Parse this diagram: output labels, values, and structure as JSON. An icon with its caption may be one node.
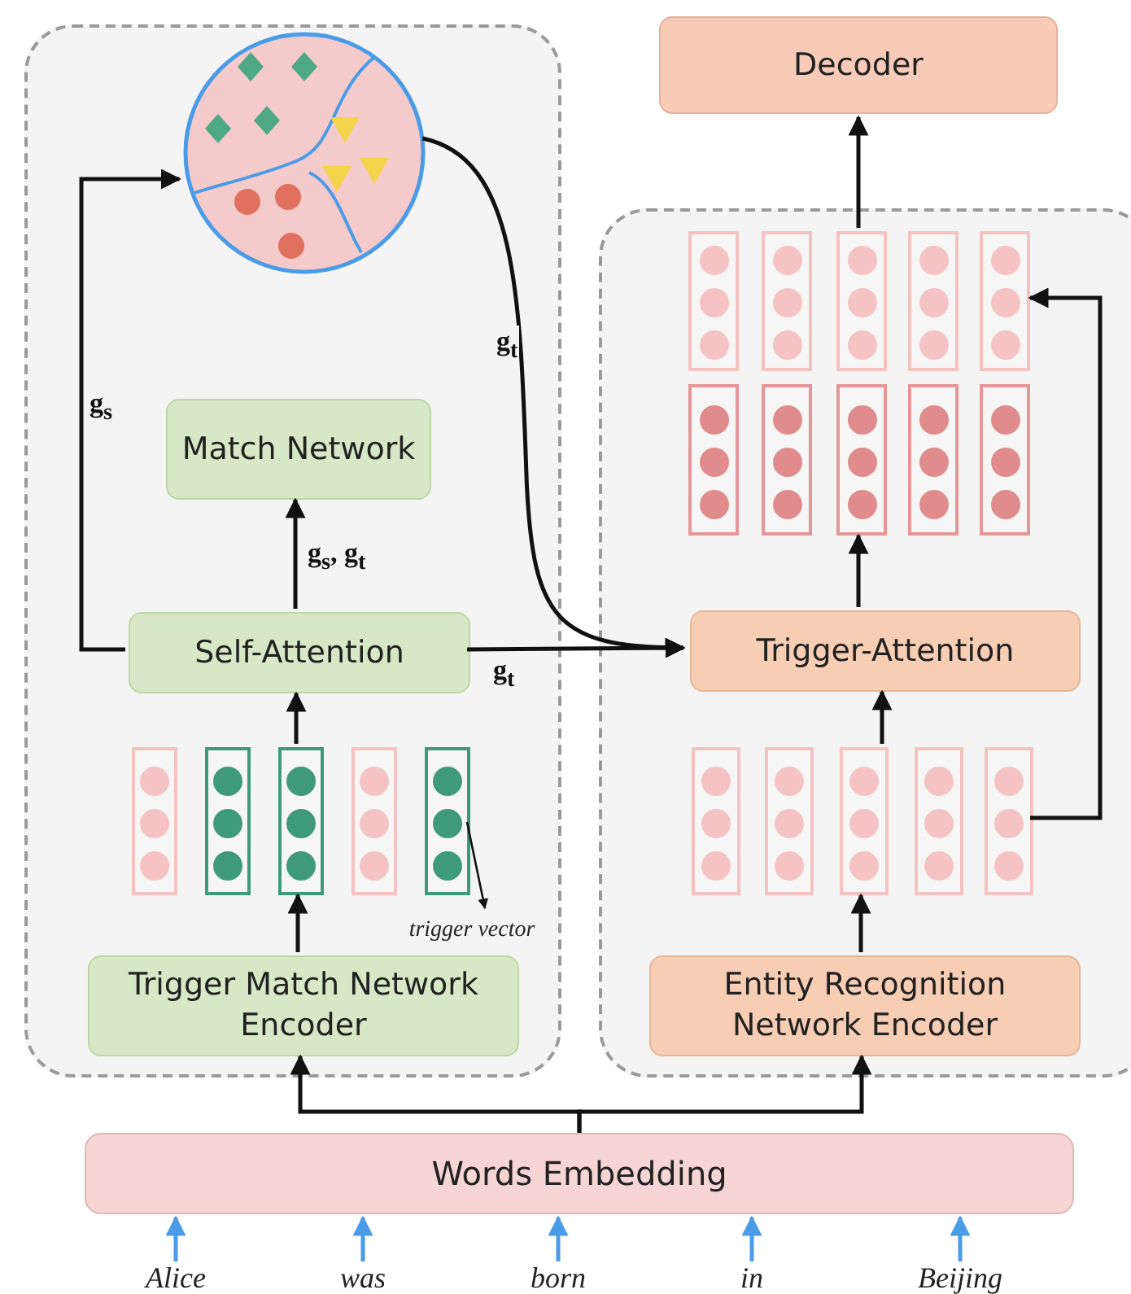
{
  "diagram": {
    "nodes": [
      {
        "text": [],
        "shape": "box"
      },
      {
        "text": [],
        "shape": "circle",
        "in": 0
      },
      {
        "text": [
          "Match Network"
        ],
        "in": 0
      },
      {
        "text": [
          "Self-Attention"
        ],
        "in": 0
      },
      {
        "text": [],
        "shape": "box",
        "in": 0
      },
      {
        "text": [],
        "shape": "box",
        "in": 0
      },
      {
        "text": [],
        "shape": "box",
        "in": 0
      },
      {
        "text": [],
        "shape": "box",
        "in": 0
      },
      {
        "text": [],
        "shape": "box",
        "in": 0
      },
      {
        "text": [
          "trigger vector"
        ],
        "in": 0
      },
      {
        "text": [
          "Trigger Match Network Encoder"
        ],
        "in": 0
      },
      {
        "text": [
          "Decoder"
        ]
      },
      {
        "text": [],
        "shape": "box"
      },
      {
        "text": [],
        "shape": "box",
        "in": 12
      },
      {
        "text": [],
        "shape": "box",
        "in": 12
      },
      {
        "text": [],
        "shape": "box",
        "in": 12
      },
      {
        "text": [],
        "shape": "box",
        "in": 12
      },
      {
        "text": [],
        "shape": "box",
        "in": 12
      },
      {
        "text": [],
        "shape": "box",
        "in": 12
      },
      {
        "text": [],
        "shape": "box",
        "in": 12
      },
      {
        "text": [],
        "shape": "box",
        "in": 12
      },
      {
        "text": [],
        "shape": "box",
        "in": 12
      },
      {
        "text": [],
        "shape": "box",
        "in": 12
      },
      {
        "text": [
          "Trigger-Attention"
        ],
        "in": 12
      },
      {
        "text": [],
        "shape": "box",
        "in": 12
      },
      {
        "text": [],
        "shape": "box",
        "in": 12
      },
      {
        "text": [],
        "shape": "box",
        "in": 12
      },
      {
        "text": [],
        "shape": "box",
        "in": 12
      },
      {
        "text": [],
        "shape": "box",
        "in": 12
      },
      {
        "text": [
          "Entity Recognition Network Encoder"
        ],
        "in": 12
      },
      {
        "text": [
          "Words Embedding"
        ]
      },
      {
        "text": [
          "Alice"
        ]
      },
      {
        "text": [
          "was"
        ]
      },
      {
        "text": [
          "born"
        ]
      },
      {
        "text": [
          "in"
        ]
      },
      {
        "text": [
          "Beijing"
        ]
      }
    ],
    "edges": [
      {
        "from": 10,
        "to": 6,
        "arrow": "to"
      },
      {
        "from": 6,
        "to": 3,
        "arrow": "to"
      },
      {
        "from": 3,
        "to": 2,
        "arrow": "to",
        "label": "g$_{s}$, g$_{t}$"
      },
      {
        "from": 3,
        "to": 1,
        "arrow": "to",
        "label": "g$_{s}$"
      },
      {
        "from": 3,
        "to": 23,
        "arrow": "to",
        "label": "g$_{t}$"
      },
      {
        "from": 1,
        "to": 23,
        "arrow": "to",
        "label": "g$_{t}$"
      },
      {
        "from": 8,
        "to": 9,
        "arrow": "to"
      },
      {
        "from": 30,
        "to": 10,
        "arrow": "to"
      },
      {
        "from": 30,
        "to": 29,
        "arrow": "to"
      },
      {
        "from": 29,
        "to": 26,
        "arrow": "to"
      },
      {
        "from": 26,
        "to": 23,
        "arrow": "to"
      },
      {
        "from": 23,
        "to": 20,
        "arrow": "to"
      },
      {
        "from": 15,
        "to": 11,
        "arrow": "to"
      },
      {
        "from": 28,
        "to": 17,
        "arrow": "to"
      },
      {
        "from": 31,
        "to": 30,
        "arrow": "to",
        "color": "#4a9be8"
      },
      {
        "from": 32,
        "to": 30,
        "arrow": "to",
        "color": "#4a9be8"
      },
      {
        "from": 33,
        "to": 30,
        "arrow": "to",
        "color": "#4a9be8"
      },
      {
        "from": 34,
        "to": 30,
        "arrow": "to",
        "color": "#4a9be8"
      },
      {
        "from": 35,
        "to": 30,
        "arrow": "to",
        "color": "#4a9be8"
      }
    ]
  }
}
